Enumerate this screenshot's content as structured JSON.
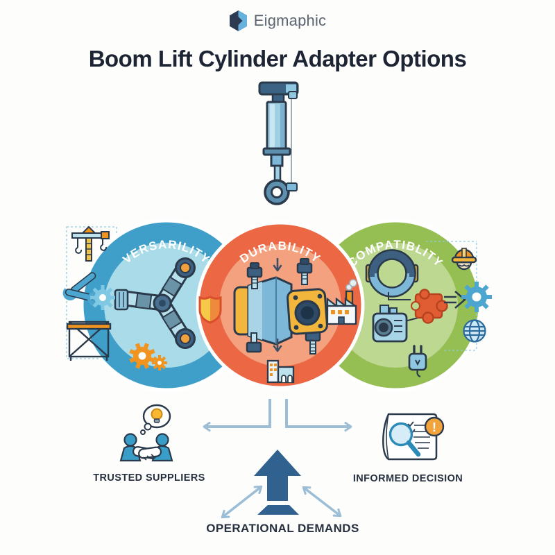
{
  "brand": {
    "name": "Eigmaphic"
  },
  "title": "Boom Lift Cylinder Adapter Options",
  "venn": {
    "circles": [
      {
        "id": "versatility",
        "label": "VERSARILITY",
        "ring_color": "#3f9fc9",
        "fill_color": "#a9dbe9"
      },
      {
        "id": "durability",
        "label": "DURABILITY",
        "ring_color": "#ec6743",
        "fill_color": "#f3a17e"
      },
      {
        "id": "compatibility",
        "label": "COMPATIBLITY",
        "ring_color": "#95be53",
        "fill_color": "#bcd891"
      }
    ]
  },
  "footer": {
    "left_label": "TRUSTED SUPPLIERS",
    "center_label": "OPERATIONAL DEMANDS",
    "right_label": "INFORMED DECISION",
    "alert_badge": "!"
  },
  "icon_names": [
    "brand-hex-icon",
    "hydraulic-cylinder-icon",
    "crane-icon",
    "wrench-icon",
    "scaffold-icon",
    "three-arm-adapter-icon",
    "gear-icon",
    "shield-icon",
    "down-arrow-icon",
    "bolt-adapter-icon",
    "city-buildings-icon",
    "factory-icon",
    "coupling-icon",
    "puzzle-icon",
    "motor-icon",
    "plug-icon",
    "hard-hat-icon",
    "globe-icon",
    "handshake-icon",
    "idea-bubble-icon",
    "document-review-icon",
    "alert-badge-icon",
    "up-arrow-icon"
  ],
  "colors": {
    "connector": "#9bbdd6",
    "arrow_dark": "#31618f",
    "title_text": "#1d2433",
    "label_text": "#27303f",
    "brand_text": "#5b6570",
    "outline": "#2b3a4a",
    "accent_yellow": "#f2b63c",
    "accent_orange": "#f0941f"
  }
}
